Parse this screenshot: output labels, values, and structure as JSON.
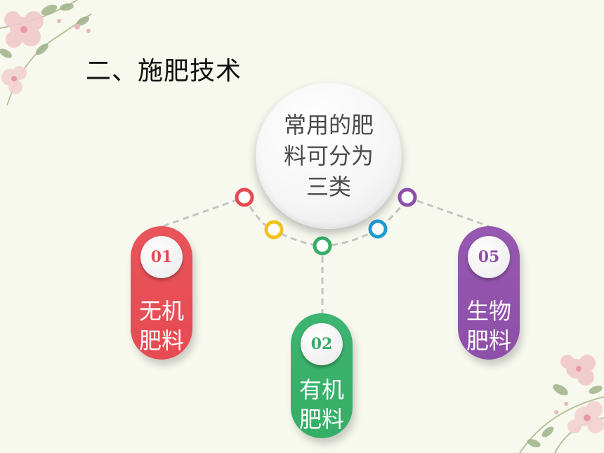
{
  "slide": {
    "title": "二、施肥技术",
    "center": "常用的肥\n料可分为\n三类",
    "categories": [
      {
        "number": "01",
        "label": "无机\n肥料",
        "color": "#e64a53"
      },
      {
        "number": "02",
        "label": "有机\n肥料",
        "color": "#35ae66"
      },
      {
        "number": "05",
        "label": "生物\n肥料",
        "color": "#8e4fa8"
      }
    ],
    "ring_colors": [
      "#e64a53",
      "#f2c21b",
      "#35ae66",
      "#1e9bd2",
      "#8e4fa8"
    ],
    "background": "#f7f8ee"
  }
}
